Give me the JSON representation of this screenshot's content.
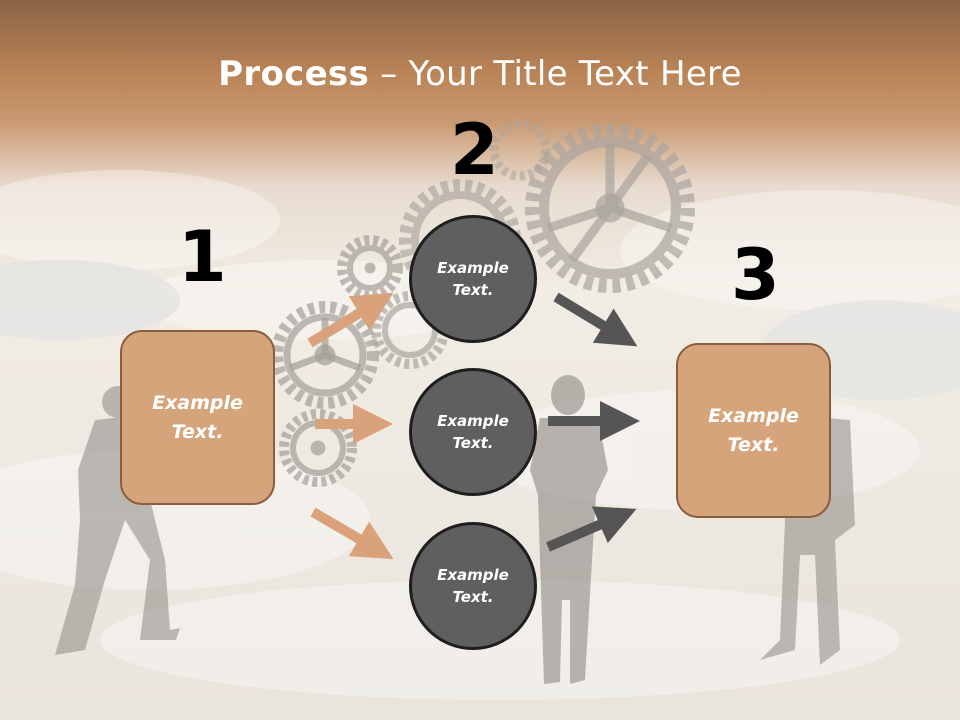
{
  "title": {
    "bold": "Process",
    "rest": " – Your Title Text Here"
  },
  "steps": [
    {
      "number": "1",
      "label": "Example\nText."
    },
    {
      "number": "2",
      "label": "Example\nText."
    },
    {
      "number": "3",
      "label": "Example\nText."
    }
  ],
  "circles": [
    {
      "label": "Example\nText."
    },
    {
      "label": "Example\nText."
    },
    {
      "label": "Example\nText."
    }
  ],
  "colors": {
    "accent_box": "#d6a47b",
    "circle": "#5f5f5f",
    "arrow_left": "#d9a27a",
    "arrow_right": "#555555",
    "title_bar": "#b98356"
  },
  "icons": [
    "gear-icon",
    "arrow-icon"
  ]
}
